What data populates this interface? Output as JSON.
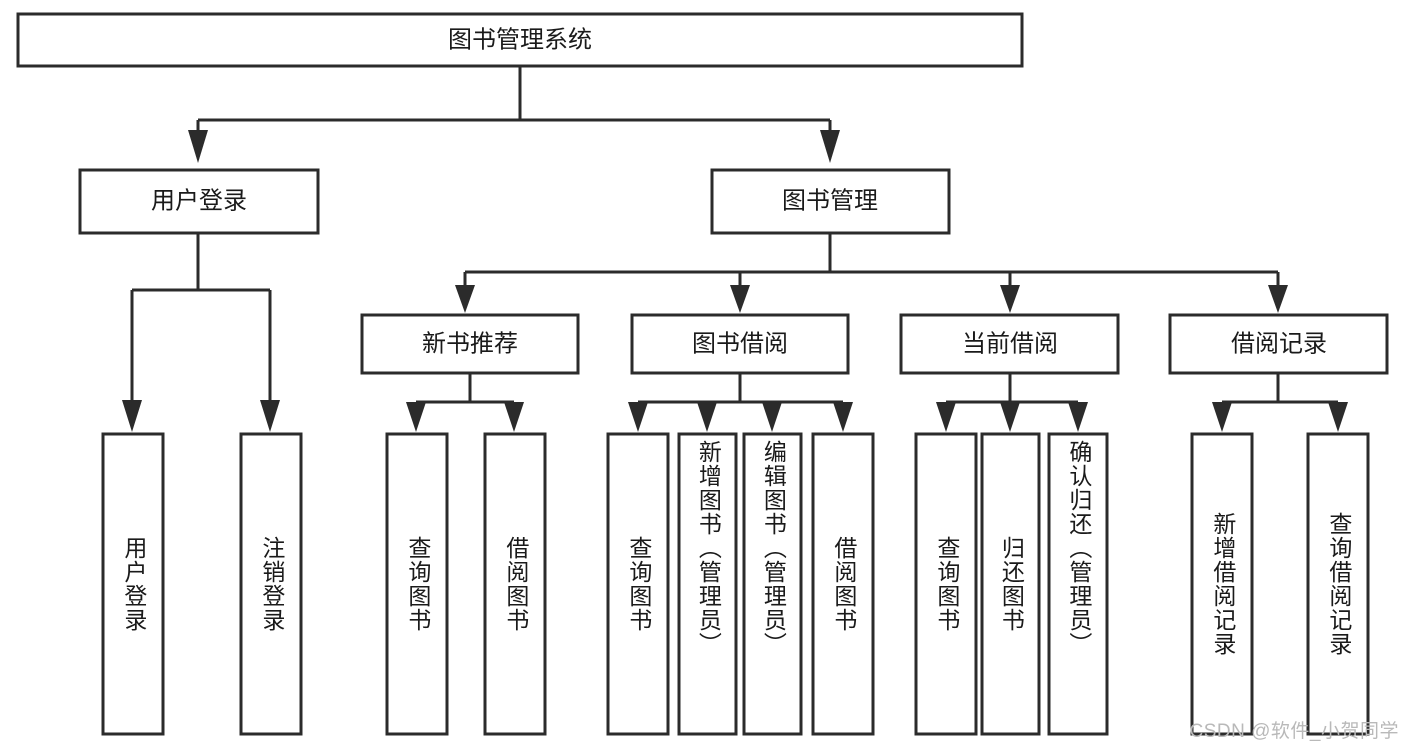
{
  "diagram": {
    "title": "图书管理系统",
    "type": "tree",
    "root": {
      "label": "图书管理系统",
      "id": "root"
    },
    "level2": [
      {
        "id": "user-login",
        "label": "用户登录"
      },
      {
        "id": "book-management",
        "label": "图书管理"
      }
    ],
    "level3": [
      {
        "id": "new-book-recommend",
        "label": "新书推荐",
        "parent": "book-management"
      },
      {
        "id": "book-borrow",
        "label": "图书借阅",
        "parent": "book-management"
      },
      {
        "id": "current-borrow",
        "label": "当前借阅",
        "parent": "book-management"
      },
      {
        "id": "borrow-record",
        "label": "借阅记录",
        "parent": "book-management"
      }
    ],
    "leaves": [
      {
        "id": "leaf-user-login",
        "label": "用户登录",
        "parent": "user-login"
      },
      {
        "id": "leaf-logout-login",
        "label": "注销登录",
        "parent": "user-login"
      },
      {
        "id": "leaf-query-book-1",
        "label": "查询图书",
        "parent": "new-book-recommend"
      },
      {
        "id": "leaf-borrow-book-1",
        "label": "借阅图书",
        "parent": "new-book-recommend"
      },
      {
        "id": "leaf-query-book-2",
        "label": "查询图书",
        "parent": "book-borrow"
      },
      {
        "id": "leaf-add-book",
        "label": "新增图书（管理员）",
        "parent": "book-borrow"
      },
      {
        "id": "leaf-edit-book",
        "label": "编辑图书（管理员）",
        "parent": "book-borrow"
      },
      {
        "id": "leaf-borrow-book-2",
        "label": "借阅图书",
        "parent": "book-borrow"
      },
      {
        "id": "leaf-query-book-3",
        "label": "查询图书",
        "parent": "current-borrow"
      },
      {
        "id": "leaf-return-book",
        "label": "归还图书",
        "parent": "current-borrow"
      },
      {
        "id": "leaf-confirm-return",
        "label": "确认归还（管理员）",
        "parent": "current-borrow"
      },
      {
        "id": "leaf-add-record",
        "label": "新增借阅记录",
        "parent": "borrow-record"
      },
      {
        "id": "leaf-query-record",
        "label": "查询借阅记录",
        "parent": "borrow-record"
      }
    ],
    "watermark": "CSDN @软件_小贺同学",
    "colors": {
      "stroke": "#2b2b2b",
      "fill": "#ffffff",
      "text": "#1a1a1a",
      "watermark": "#b9b9b9"
    }
  }
}
